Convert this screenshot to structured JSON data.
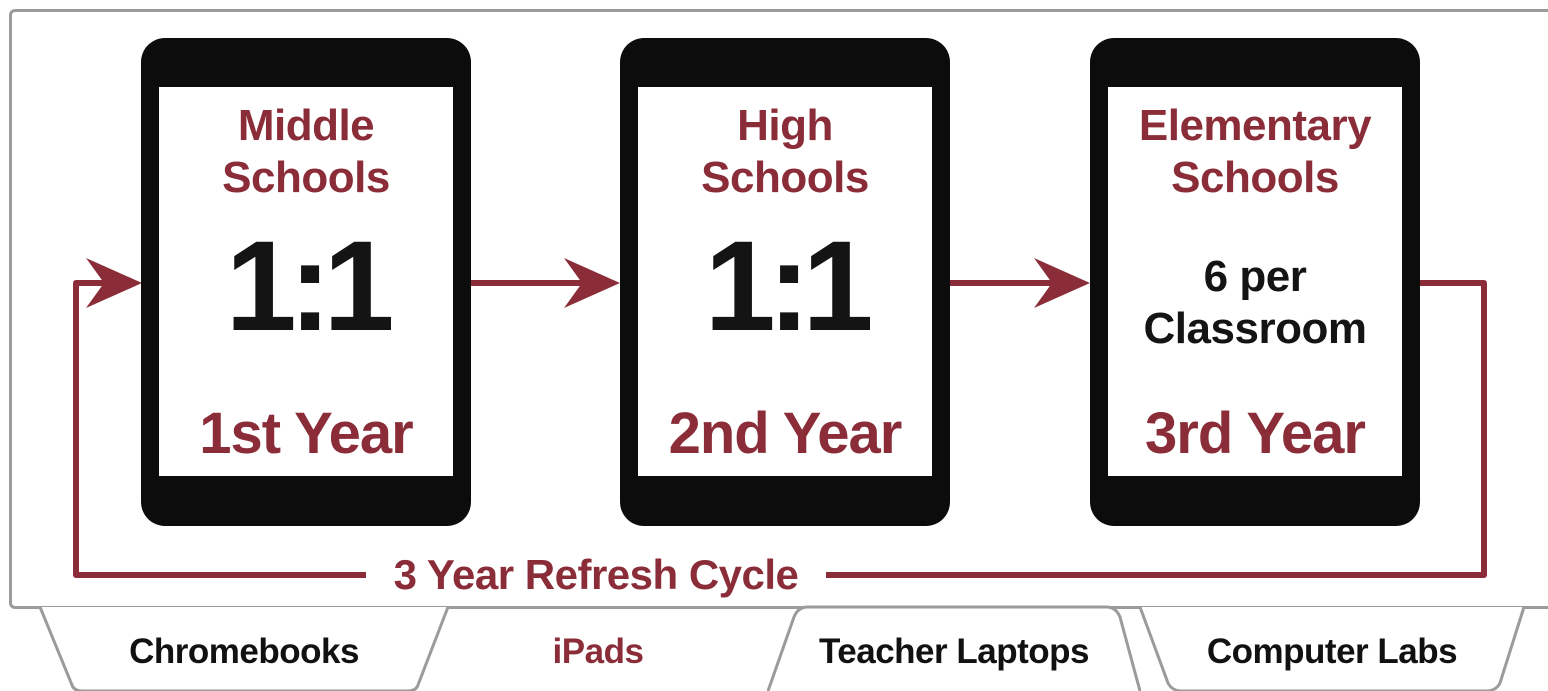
{
  "colors": {
    "accent": "#8a2d38",
    "device": "#0c0c0c",
    "frame": "#9b9b9b",
    "text": "#111111"
  },
  "tablets": [
    {
      "school": "Middle\nSchools",
      "ratio": "1:1",
      "year": "1st Year"
    },
    {
      "school": "High\nSchools",
      "ratio": "1:1",
      "year": "2nd Year"
    },
    {
      "school": "Elementary\nSchools",
      "ratio": "6 per\nClassroom",
      "year": "3rd Year"
    }
  ],
  "cycle_label": "3 Year Refresh Cycle",
  "tabs": [
    {
      "label": "Chromebooks",
      "active": false
    },
    {
      "label": "iPads",
      "active": true
    },
    {
      "label": "Teacher Laptops",
      "active": false
    },
    {
      "label": "Computer Labs",
      "active": false
    }
  ]
}
